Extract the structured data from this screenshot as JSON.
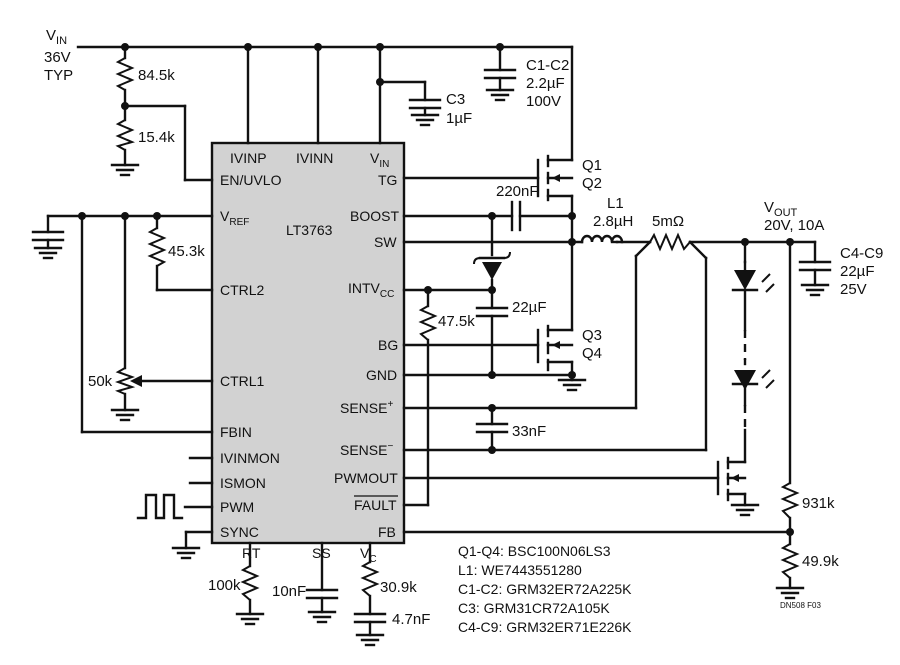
{
  "vin": {
    "main": "V",
    "sub": "IN",
    "voltage": "36V",
    "typ": "TYP"
  },
  "vout": {
    "main": "V",
    "sub": "OUT",
    "rating": "20V, 10A"
  },
  "ic": {
    "name": "LT3763",
    "pins": {
      "ivinp": "IVINP",
      "ivinn": "IVINN",
      "vin_main": "V",
      "vin_sub": "IN",
      "en_uvlo": "EN/UVLO",
      "tg": "TG",
      "vref_main": "V",
      "vref_sub": "REF",
      "boost": "BOOST",
      "sw": "SW",
      "ctrl2": "CTRL2",
      "intvcc_main": "INTV",
      "intvcc_sub": "CC",
      "bg": "BG",
      "gnd": "GND",
      "ctrl1": "CTRL1",
      "sense_p": "SENSE",
      "sense_p_sup": "+",
      "fbin": "FBIN",
      "sense_n": "SENSE",
      "sense_n_sup": "−",
      "ivinmon": "IVINMON",
      "pwmout": "PWMOUT",
      "ismon": "ISMON",
      "pwm": "PWM",
      "fault": "FAULT",
      "sync": "SYNC",
      "fb": "FB",
      "rt": "RT",
      "ss": "SS",
      "vc_main": "V",
      "vc_sub": "C"
    }
  },
  "components": {
    "r_845k": "84.5k",
    "r_154k": "15.4k",
    "r_453k": "45.3k",
    "pot_50k": "50k",
    "r_475k": "47.5k",
    "r_100k": "100k",
    "r_309k": "30.9k",
    "r_931k": "931k",
    "r_499k": "49.9k",
    "c3_name": "C3",
    "c3_value": "1µF",
    "c12_name": "C1-C2",
    "c12_value": "2.2µF",
    "c12_voltage": "100V",
    "c_boost": "220nF",
    "c_intvcc": "22µF",
    "c_sense": "33nF",
    "c_ss": "10nF",
    "c_vc": "4.7nF",
    "c49_name": "C4-C9",
    "c49_value": "22µF",
    "c49_voltage": "25V",
    "l1_name": "L1",
    "l1_value": "2.8µH",
    "r_sense": "5mΩ",
    "q1": "Q1",
    "q2": "Q2",
    "q3": "Q3",
    "q4": "Q4"
  },
  "bom": [
    "Q1-Q4: BSC100N06LS3",
    "L1: WE7443551280",
    "C1-C2: GRM32ER72A225K",
    "C3: GRM31CR72A105K",
    "C4-C9: GRM32ER71E226K"
  ],
  "figure_id": "DN508 F03"
}
